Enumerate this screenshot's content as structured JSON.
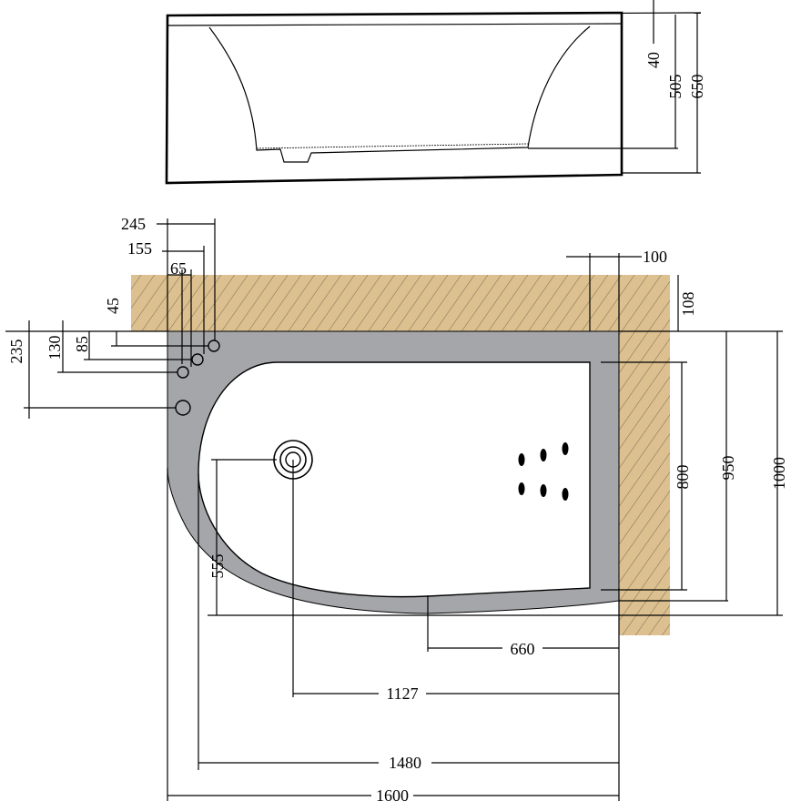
{
  "colors": {
    "rim": "#a4a6aa",
    "wall": "#dcc08f",
    "hatch": "#7a6a52",
    "line": "#000000",
    "basin": "#ffffff"
  },
  "side_view": {
    "dims": {
      "rim": "40",
      "depth": "505",
      "height": "650"
    }
  },
  "plan_view": {
    "fitting_offsets_x": [
      "245",
      "155",
      "65"
    ],
    "fitting_offsets_y": [
      "45",
      "85",
      "130",
      "235"
    ],
    "wall_thickness": "100",
    "wall_offset": "108",
    "widths": [
      "800",
      "950",
      "1000"
    ],
    "drain_y": "555",
    "lengths": [
      "660",
      "1127",
      "1480",
      "1600"
    ],
    "jets": 6
  }
}
